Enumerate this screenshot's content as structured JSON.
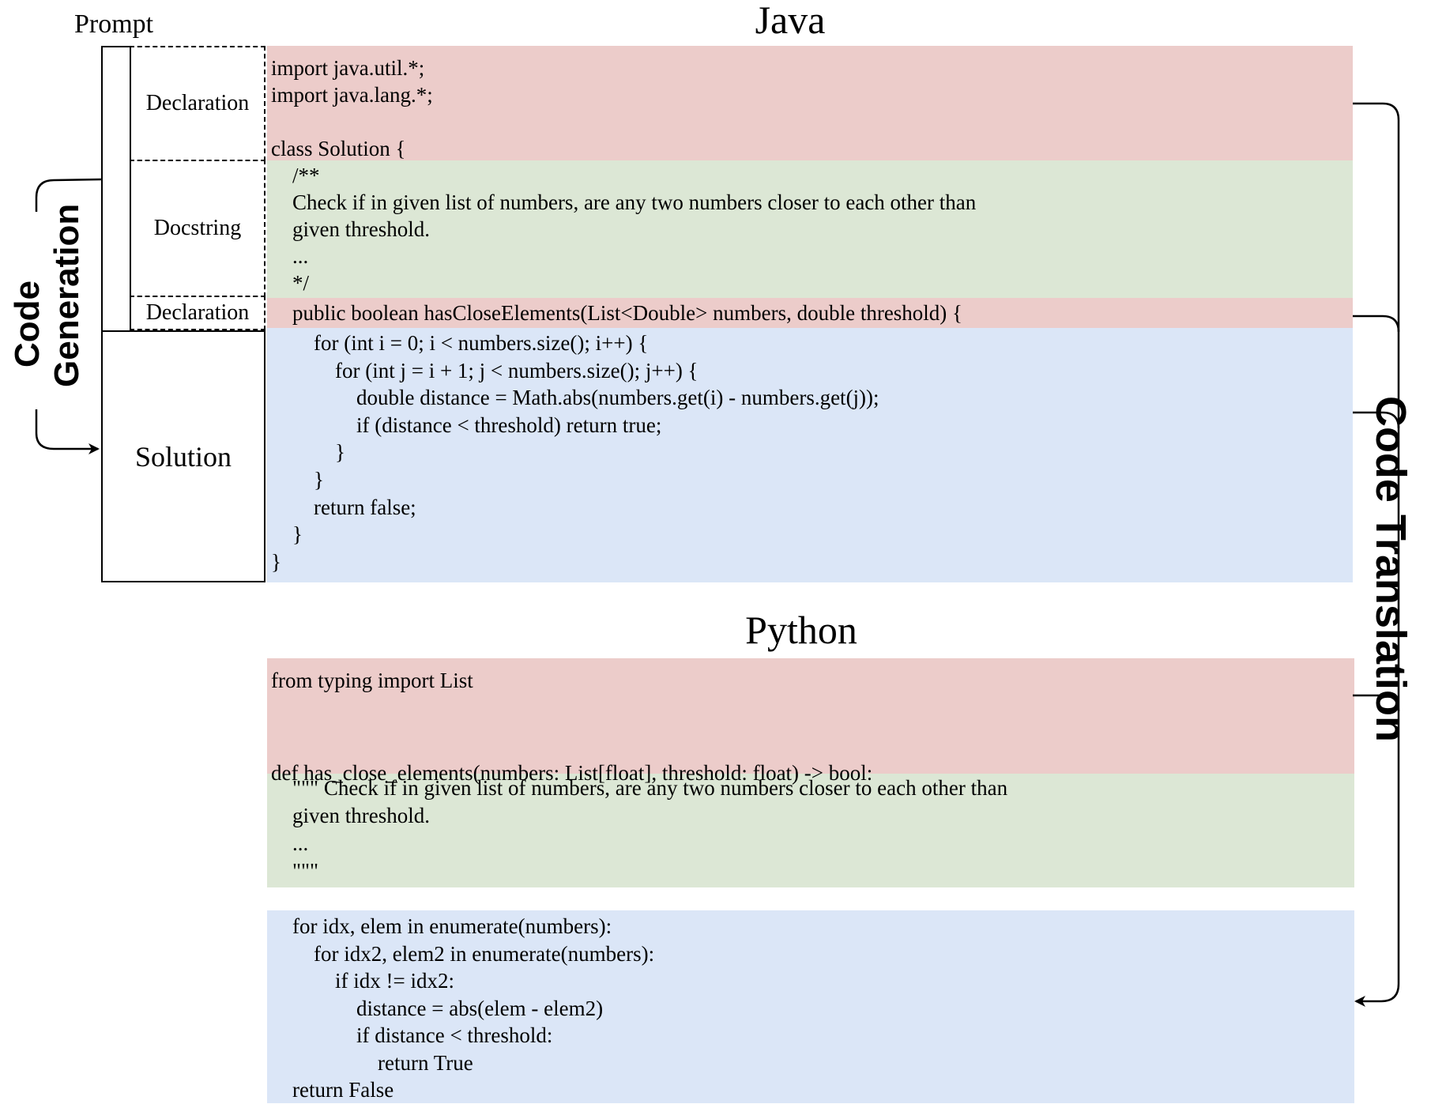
{
  "titles": {
    "java": "Java",
    "python": "Python",
    "prompt": "Prompt"
  },
  "left_labels": {
    "declaration_top": "Declaration",
    "docstring": "Docstring",
    "declaration_bottom": "Declaration",
    "solution": "Solution"
  },
  "side_labels": {
    "gen_line1": "Code",
    "gen_line2": "Generation",
    "translation": "Code Translation"
  },
  "colors": {
    "declaration": "#ecccca",
    "docstring": "#dce7d5",
    "solution": "#dbe6f7"
  },
  "java": {
    "declaration1": [
      "import java.util.*;",
      "import java.lang.*;",
      "",
      "class Solution {"
    ],
    "docstring": [
      "    /**",
      "    Check if in given list of numbers, are any two numbers closer to each other than",
      "    given threshold.",
      "    ...",
      "    */"
    ],
    "declaration2": [
      "    public boolean hasCloseElements(List<Double> numbers, double threshold) {"
    ],
    "solution": [
      "        for (int i = 0; i < numbers.size(); i++) {",
      "            for (int j = i + 1; j < numbers.size(); j++) {",
      "                double distance = Math.abs(numbers.get(i) - numbers.get(j));",
      "                if (distance < threshold) return true;",
      "            }",
      "        }",
      "        return false;",
      "    }",
      "}"
    ]
  },
  "python": {
    "declaration": [
      "from typing import List",
      "",
      "",
      "def has_close_elements(numbers: List[float], threshold: float) -> bool:"
    ],
    "docstring": [
      "    \"\"\" Check if in given list of numbers, are any two numbers closer to each other than",
      "    given threshold.",
      "    ...",
      "    \"\"\""
    ],
    "solution": [
      "    for idx, elem in enumerate(numbers):",
      "        for idx2, elem2 in enumerate(numbers):",
      "            if idx != idx2:",
      "                distance = abs(elem - elem2)",
      "                if distance < threshold:",
      "                    return True",
      "    return False"
    ]
  }
}
